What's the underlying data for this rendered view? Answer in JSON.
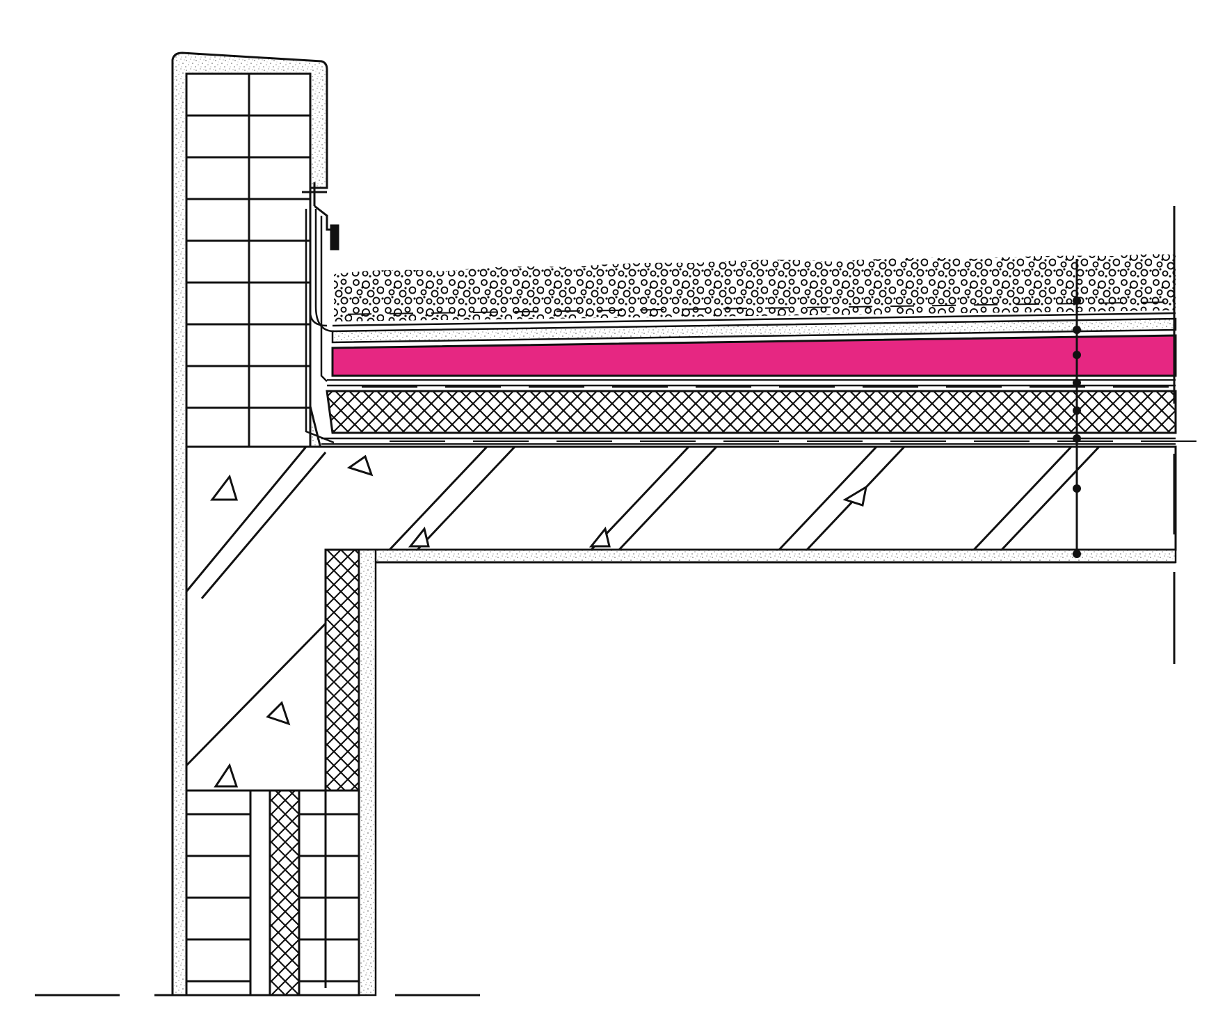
{
  "drawing": {
    "kind": "flat-roof-parapet-section",
    "colors": {
      "ink": "#111111",
      "background": "#ffffff",
      "highlight_layer": "#e62782",
      "plaster_speckle": "#666666"
    },
    "layers": [
      {
        "id": "gravel-ballast",
        "pattern": "circles"
      },
      {
        "id": "protection-mat",
        "pattern": "dashes"
      },
      {
        "id": "screed",
        "pattern": "speckle"
      },
      {
        "id": "highlighted-insulation",
        "pattern": "solid"
      },
      {
        "id": "vapour-barrier",
        "pattern": "lines"
      },
      {
        "id": "thermal-insulation",
        "pattern": "crosshatch"
      },
      {
        "id": "concrete-slab",
        "pattern": "diagonal-with-aggregate"
      },
      {
        "id": "ceiling-plaster",
        "pattern": "speckle"
      },
      {
        "id": "masonry-wall",
        "pattern": "brick"
      },
      {
        "id": "wall-insulation",
        "pattern": "crosshatch"
      }
    ],
    "section_marks": 3,
    "break_lines": 4
  }
}
